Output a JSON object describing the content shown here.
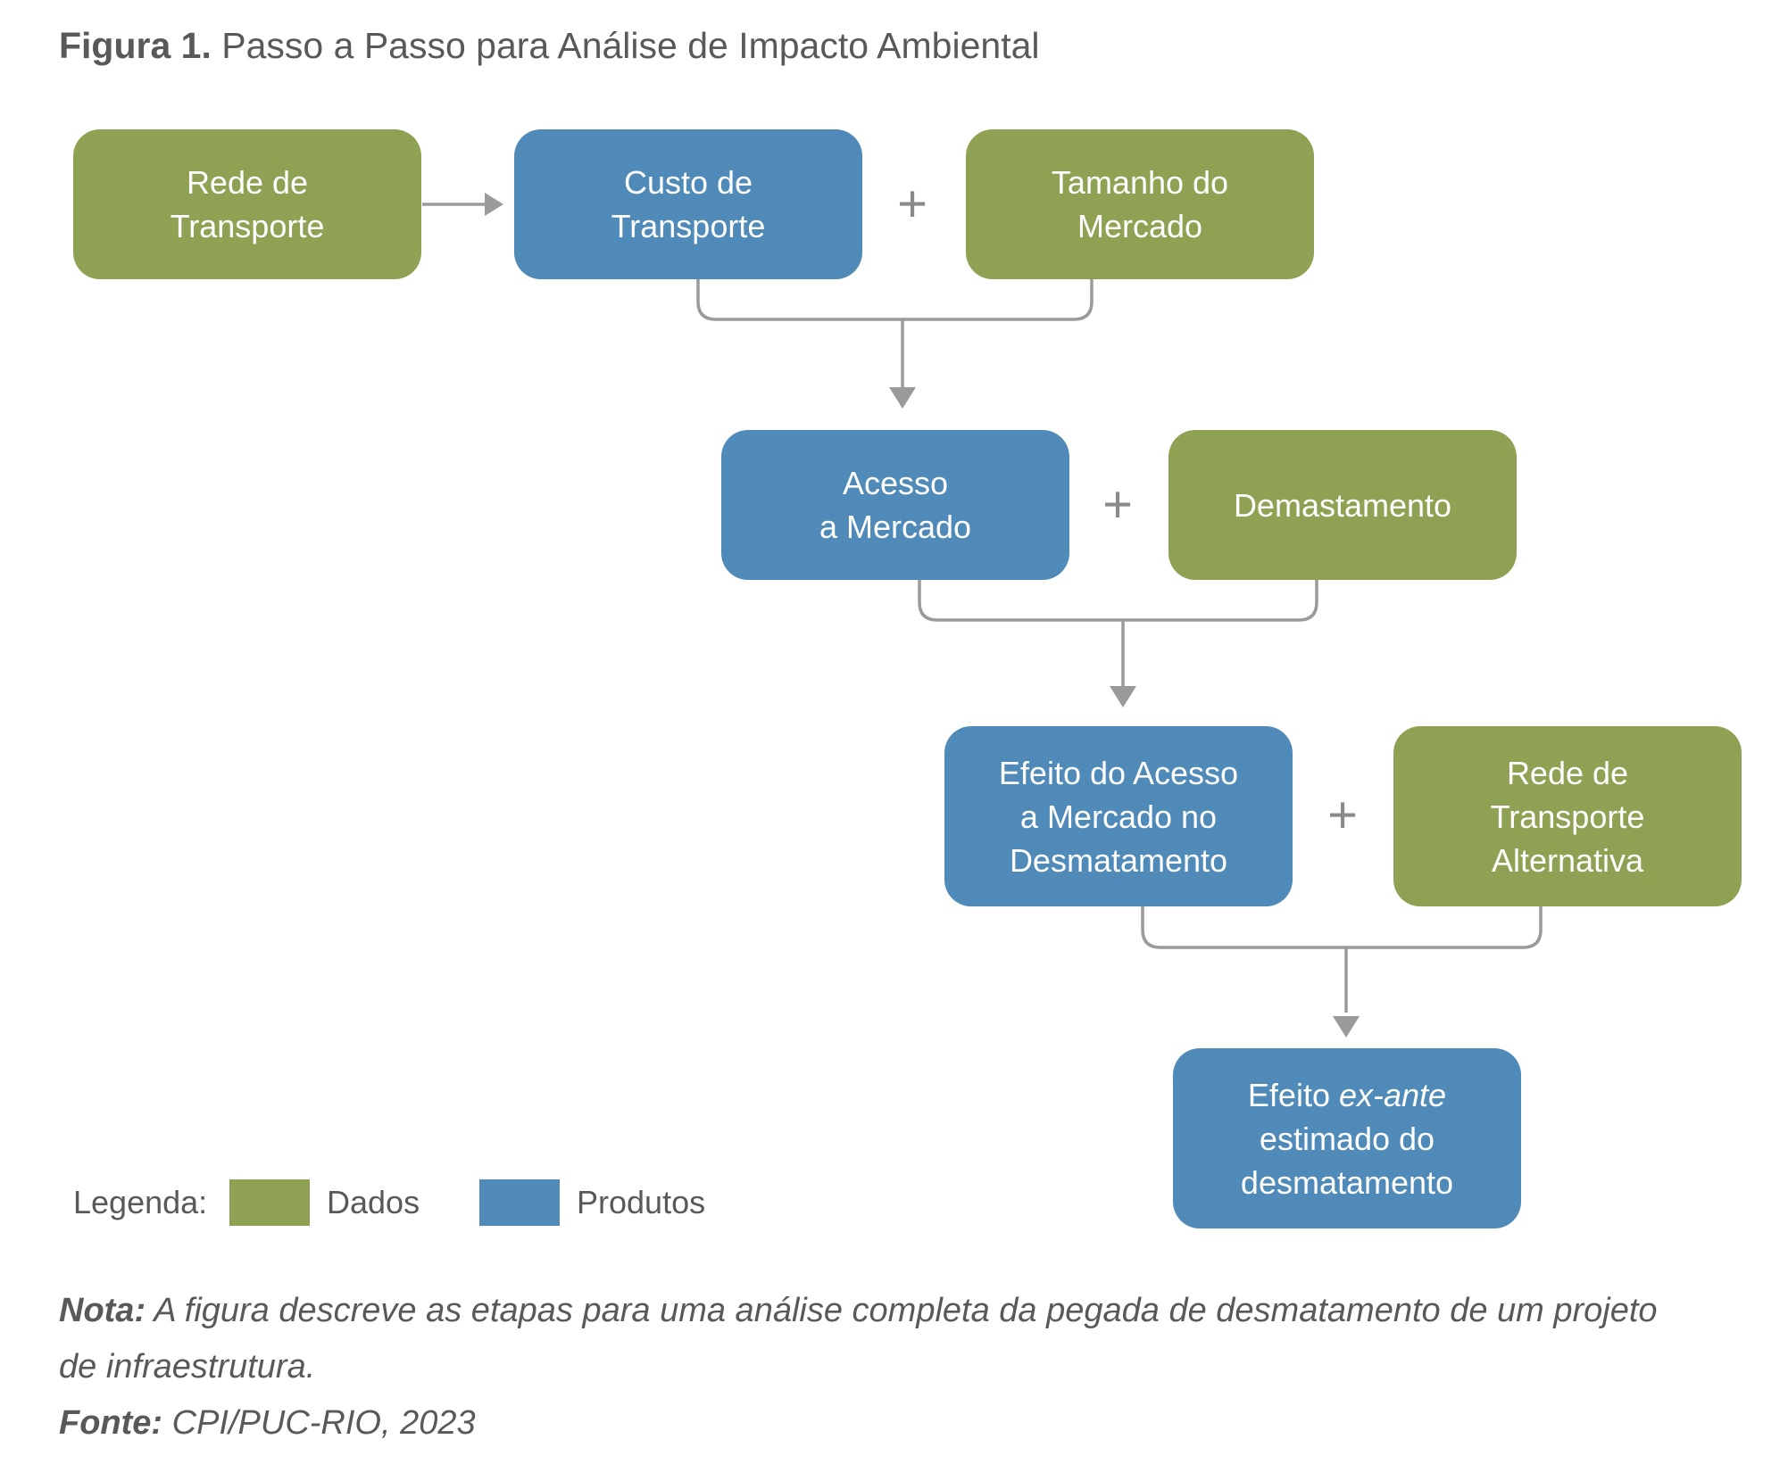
{
  "title": {
    "label": "Figura 1.",
    "text": "Passo a Passo para Análise de Impacto Ambiental"
  },
  "boxes": {
    "rede_transporte": "Rede de\nTransporte",
    "custo_transporte": "Custo de\nTransporte",
    "tamanho_mercado": "Tamanho do\nMercado",
    "acesso_mercado": "Acesso\na Mercado",
    "demastamento": "Demastamento",
    "efeito_acesso": "Efeito do Acesso\na Mercado no\nDesmatamento",
    "rede_alternativa": "Rede de\nTransporte\nAlternativa",
    "efeito_exante_pre": "Efeito ",
    "efeito_exante_it": "ex-ante",
    "efeito_exante_post": "estimado do\ndesmatamento"
  },
  "plus_symbol": "+",
  "legend": {
    "label": "Legenda:",
    "data_label": "Dados",
    "product_label": "Produtos",
    "data_color": "#8fa254",
    "product_color": "#4f8ab8"
  },
  "note": {
    "label": "Nota:",
    "line1": "A figura descreve as etapas para uma análise completa da pegada de desmatamento de um projeto",
    "line2": "de infraestrutura."
  },
  "source": {
    "label": "Fonte:",
    "text": "CPI/PUC-RIO, 2023"
  }
}
